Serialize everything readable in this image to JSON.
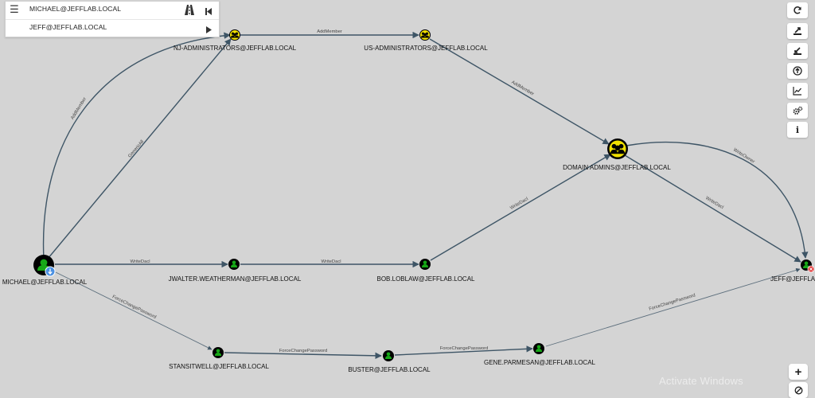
{
  "search": {
    "start_node": "MICHAEL@JEFFLAB.LOCAL",
    "target_node": "JEFF@JEFFLAB.LOCAL"
  },
  "graph": {
    "nodes": {
      "michael": "MICHAEL@JEFFLAB.LOCAL",
      "nj_admins": "NJ-ADMINISTRATORS@JEFFLAB.LOCAL",
      "us_admins": "US-ADMINISTRATORS@JEFFLAB.LOCAL",
      "domain_admins": "DOMAIN ADMINS@JEFFLAB.LOCAL",
      "jwalter": "JWALTER.WEATHERMAN@JEFFLAB.LOCAL",
      "bob": "BOB.LOBLAW@JEFFLAB.LOCAL",
      "jeff": "JEFF@JEFFLAB.LOCAL",
      "stansitwell": "STANSITWELL@JEFFLAB.LOCAL",
      "buster": "BUSTER@JEFFLAB.LOCAL",
      "gene": "GENE.PARMESAN@JEFFLAB.LOCAL"
    },
    "edges": {
      "michael_nj_addmember": "AddMember",
      "michael_nj_genericall": "GenericAll",
      "nj_us_addmember": "AddMember",
      "us_da_addmember": "AddMember",
      "michael_jwalter_writedacl": "WriteDacl",
      "jwalter_bob_writedacl": "WriteDacl",
      "bob_da_writedacl": "WriteDacl",
      "da_jeff_writeowner": "WriteOwner",
      "da_jeff_writedacl": "WriteDacl",
      "michael_stan_fcp": "ForceChangePassword",
      "stan_buster_fcp": "ForceChangePassword",
      "buster_gene_fcp": "ForceChangePassword",
      "gene_jeff_fcp": "ForceChangePassword"
    }
  },
  "toolbar": {
    "info_glyph": "i"
  },
  "zoom": {
    "in_label": "+"
  },
  "watermark": "Activate Windows",
  "colors": {
    "background": "#d4d4d4",
    "edge": "#3e5566",
    "user_node": "#17a817",
    "group_node": "#f0e000",
    "highvalue_ring": "#000000",
    "owned_badge": "#4a90e2",
    "target_badge": "#e03030"
  }
}
